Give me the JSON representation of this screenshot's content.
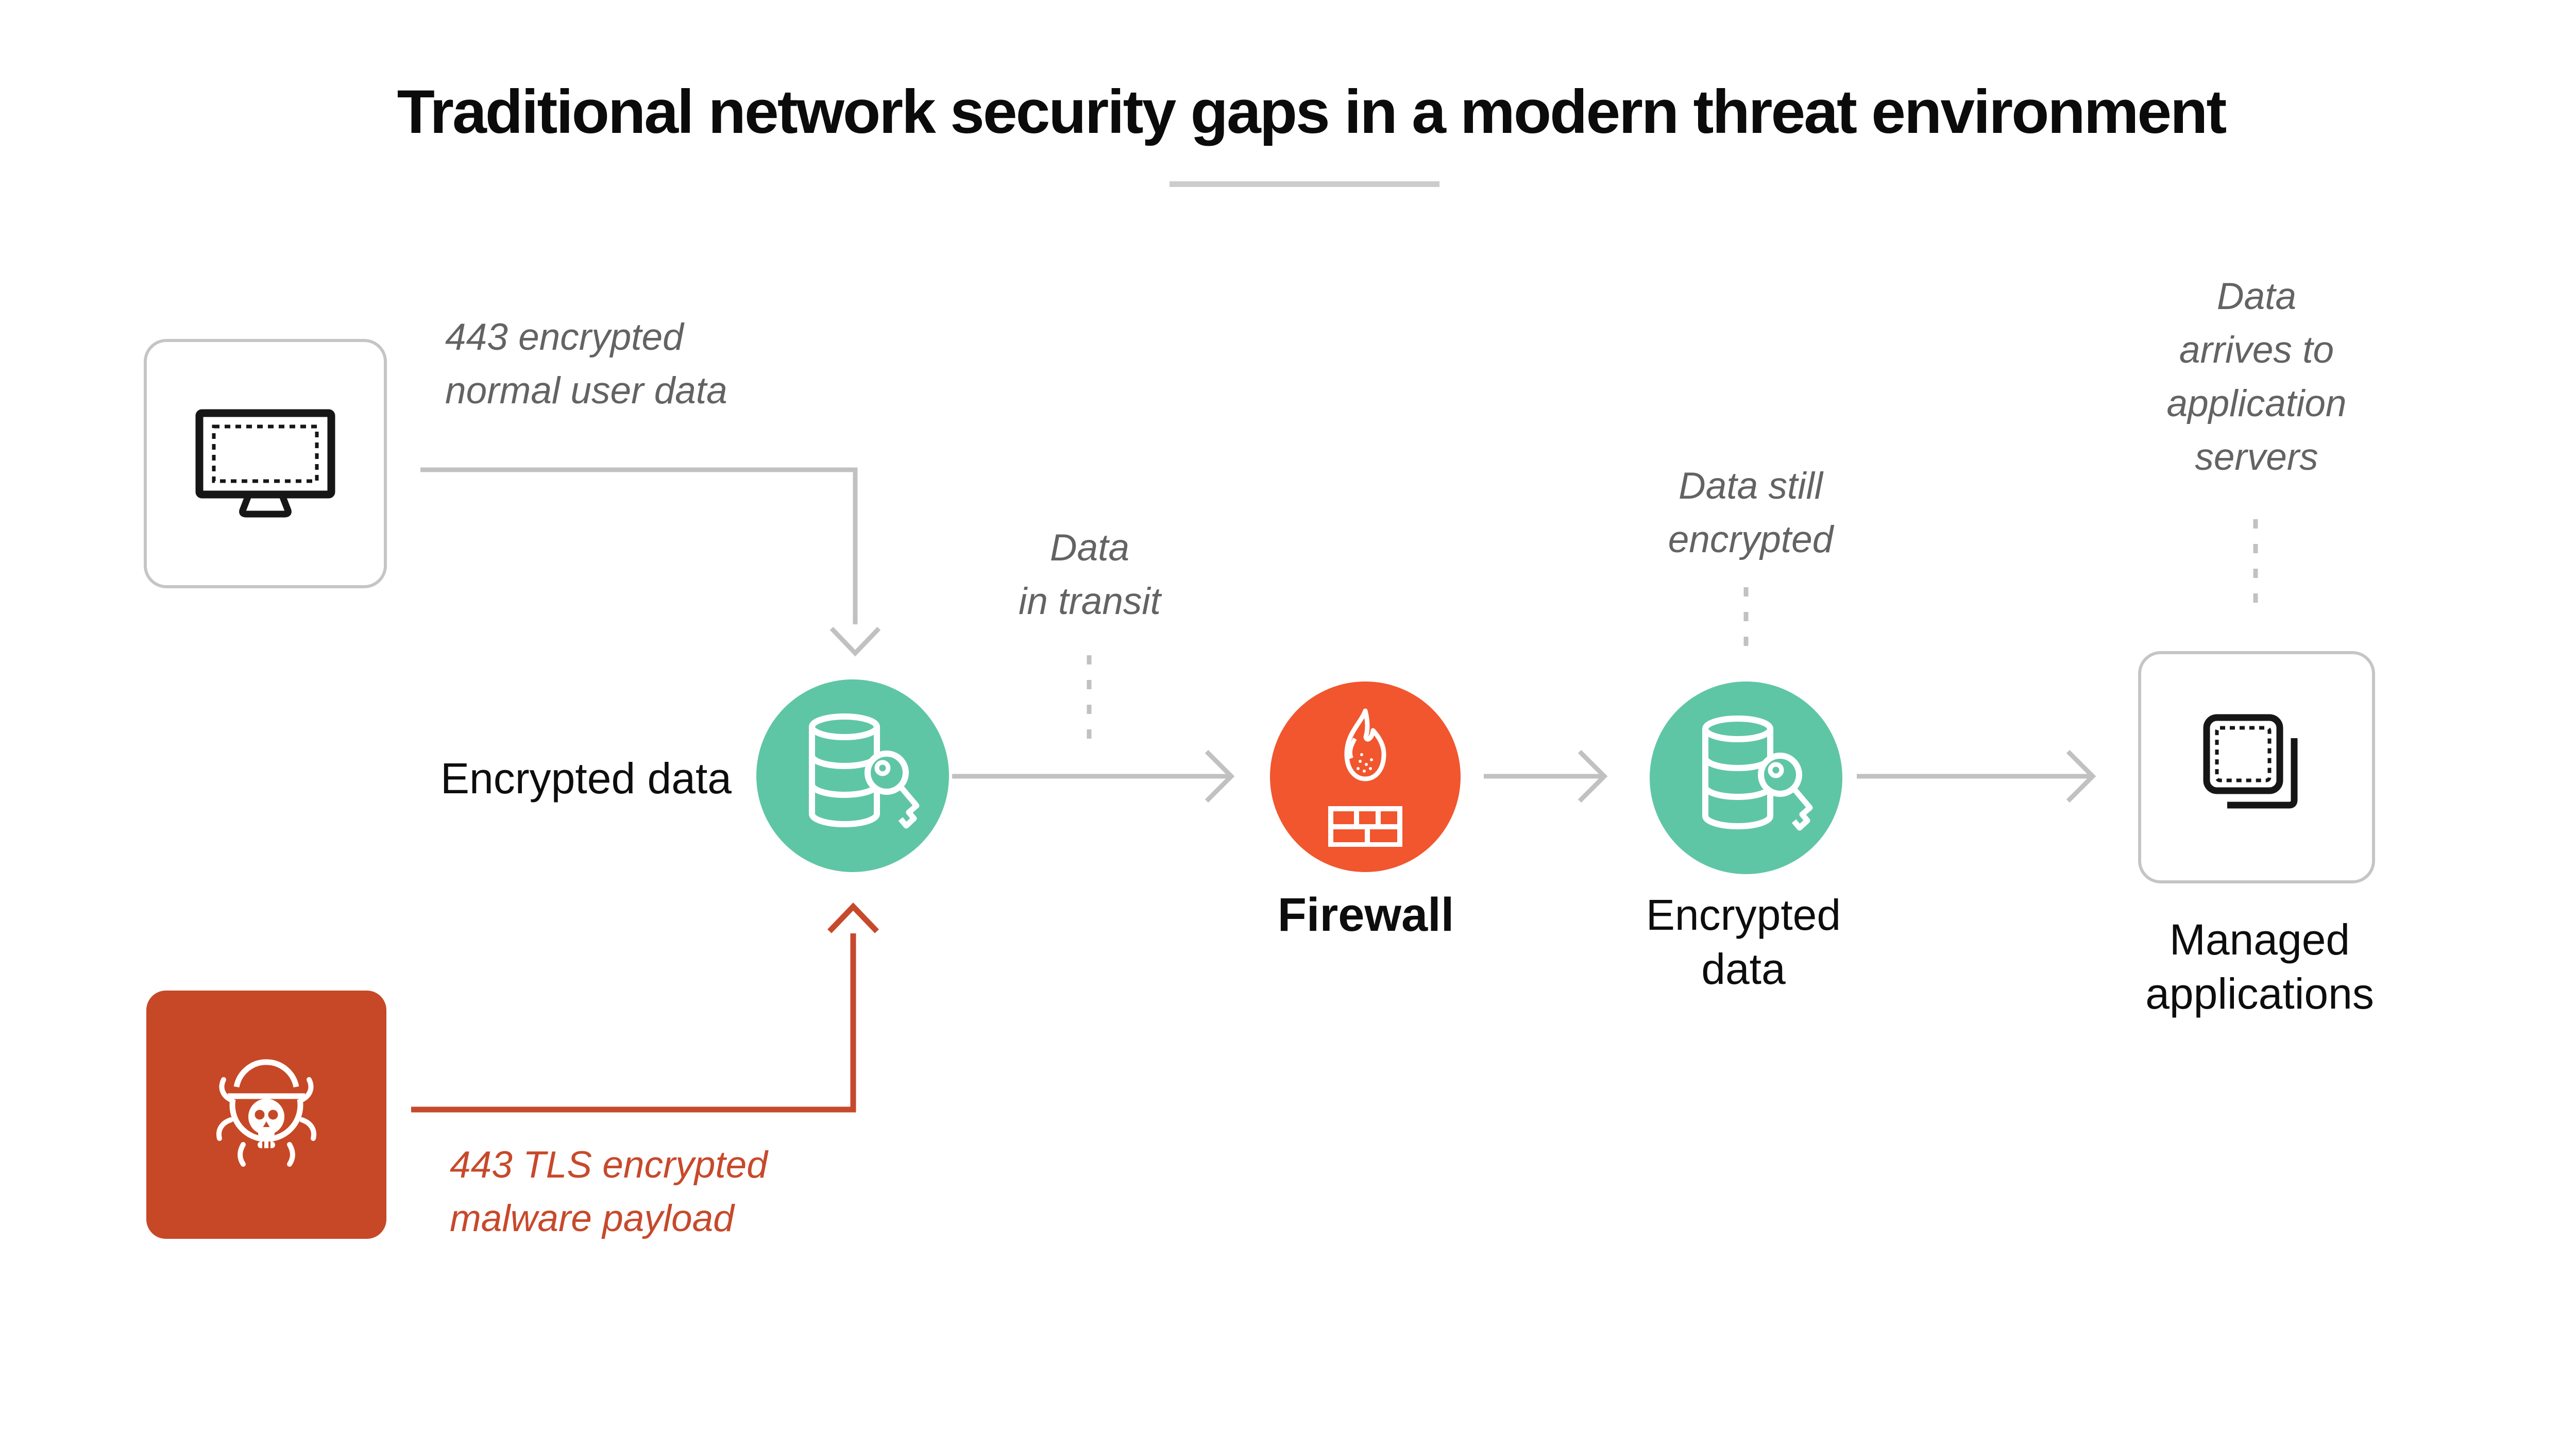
{
  "title": "Traditional network security gaps in a modern threat environment",
  "colors": {
    "teal": "#5fc6a5",
    "firewall_orange": "#f1562e",
    "malware_red": "#c74826",
    "red_accent": "#c7492b",
    "connector_gray": "#c1c1c1",
    "note_gray": "#636363",
    "text_black": "#0d0d0d",
    "box_border": "#c5c5c5",
    "title_underline": "#cccccc"
  },
  "nodes": {
    "user_device": {
      "icon": "monitor-icon"
    },
    "encrypted_data_1": {
      "label": "Encrypted data",
      "icon": "database-key-icon"
    },
    "firewall": {
      "label": "Firewall",
      "icon": "firewall-icon"
    },
    "encrypted_data_2": {
      "label_line1": "Encrypted",
      "label_line2": "data",
      "icon": "database-key-icon"
    },
    "managed_apps": {
      "label_line1": "Managed",
      "label_line2": "applications",
      "icon": "stacked-apps-icon"
    },
    "malware": {
      "icon": "malware-bug-icon"
    }
  },
  "annotations": {
    "normal_user_data": {
      "line1": "443 encrypted",
      "line2": "normal user data"
    },
    "data_in_transit": {
      "line1": "Data",
      "line2": "in transit"
    },
    "data_still_encrypted": {
      "line1": "Data still",
      "line2": "encrypted"
    },
    "data_arrives": {
      "line1": "Data",
      "line2": "arrives to",
      "line3": "application",
      "line4": "servers"
    },
    "malware_payload": {
      "line1": "443 TLS encrypted",
      "line2": "malware payload"
    }
  }
}
